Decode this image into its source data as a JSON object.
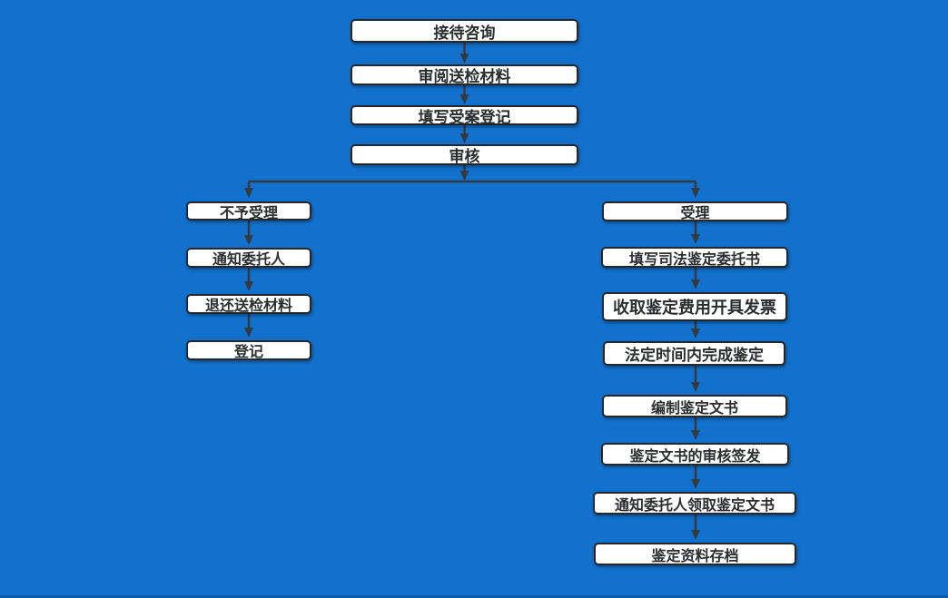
{
  "colors": {
    "background": "#1271CC",
    "background_bottom_edge": "#0B5CA9",
    "node_fill": "#FFFFFF",
    "node_border": "#23282F",
    "node_text": "#2B2D30",
    "connector": "#343A42"
  },
  "flowchart": {
    "main": [
      {
        "label": "接待咨询"
      },
      {
        "label": "审阅送检材料"
      },
      {
        "label": "填写受案登记"
      },
      {
        "label": "审核"
      }
    ],
    "left_branch": [
      {
        "label": "不予受理"
      },
      {
        "label": "通知委托人"
      },
      {
        "label": "退还送检材料"
      },
      {
        "label": "登记"
      }
    ],
    "right_branch": [
      {
        "label": "受理"
      },
      {
        "label": "填写司法鉴定委托书"
      },
      {
        "label": "收取鉴定费用开具发票"
      },
      {
        "label": "法定时间内完成鉴定"
      },
      {
        "label": "编制鉴定文书"
      },
      {
        "label": "鉴定文书的审核签发"
      },
      {
        "label": "通知委托人领取鉴定文书"
      },
      {
        "label": "鉴定资料存档"
      }
    ],
    "edges": [
      {
        "from": "接待咨询",
        "to": "审阅送检材料"
      },
      {
        "from": "审阅送检材料",
        "to": "填写受案登记"
      },
      {
        "from": "填写受案登记",
        "to": "审核"
      },
      {
        "from": "审核",
        "to": "不予受理"
      },
      {
        "from": "审核",
        "to": "受理"
      },
      {
        "from": "不予受理",
        "to": "通知委托人"
      },
      {
        "from": "通知委托人",
        "to": "退还送检材料"
      },
      {
        "from": "退还送检材料",
        "to": "登记"
      },
      {
        "from": "受理",
        "to": "填写司法鉴定委托书"
      },
      {
        "from": "填写司法鉴定委托书",
        "to": "收取鉴定费用开具发票"
      },
      {
        "from": "收取鉴定费用开具发票",
        "to": "法定时间内完成鉴定"
      },
      {
        "from": "法定时间内完成鉴定",
        "to": "编制鉴定文书"
      },
      {
        "from": "编制鉴定文书",
        "to": "鉴定文书的审核签发"
      },
      {
        "from": "鉴定文书的审核签发",
        "to": "通知委托人领取鉴定文书"
      },
      {
        "from": "通知委托人领取鉴定文书",
        "to": "鉴定资料存档"
      }
    ]
  }
}
